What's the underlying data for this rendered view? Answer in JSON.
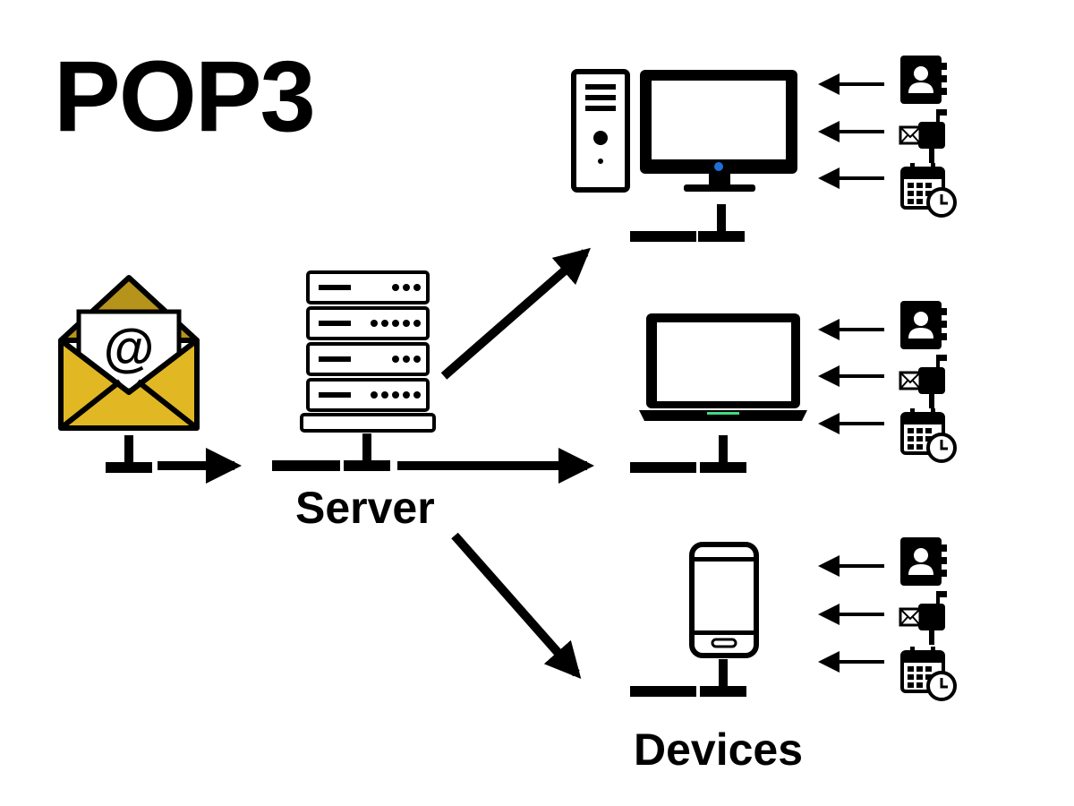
{
  "title": "POP3",
  "labels": {
    "server": "Server",
    "devices": "Devices"
  },
  "colors": {
    "envelope": "#e1b823",
    "envelope_dark": "#b6931a",
    "ink": "#000000",
    "indicator_blue": "#1e6fd9",
    "indicator_green": "#3ddc84"
  },
  "icons": {
    "sender": "email-envelope-icon",
    "server": "server-rack-icon",
    "devices": [
      "desktop-computer-icon",
      "laptop-icon",
      "smartphone-icon"
    ],
    "synced_items": [
      "contacts-icon",
      "mailbox-icon",
      "calendar-clock-icon"
    ]
  }
}
